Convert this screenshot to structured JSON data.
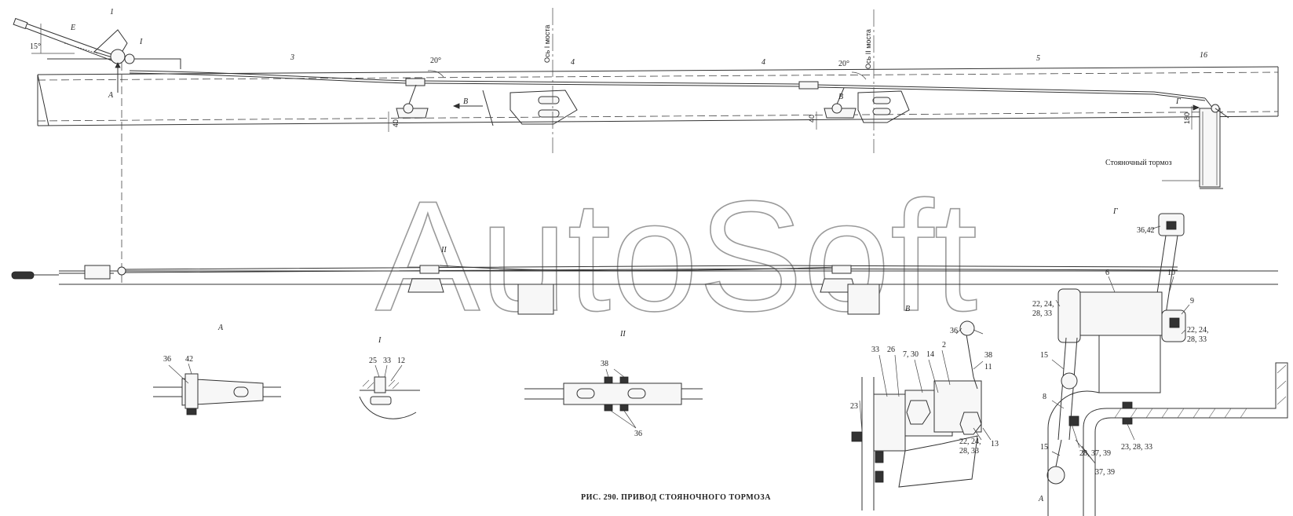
{
  "watermark": "AutoSoft",
  "caption": "РИС. 290. ПРИВОД СТОЯНОЧНОГО ТОРМОЗА",
  "top_view": {
    "angle_15": "15°",
    "label_E": "Е",
    "callout_1": "1",
    "callout_I": "I",
    "callout_3": "3",
    "arrow_A": "А",
    "angle_20_left": "20°",
    "angle_20_right": "20°",
    "axis_1": "Ось I моста",
    "axis_2": "Ось II моста",
    "callout_4a": "4",
    "callout_4b": "4",
    "callout_5": "5",
    "callout_16": "16",
    "arrow_B_left": "В",
    "arrow_B_right": "В",
    "arrow_G": "Г",
    "dim_40a": "40",
    "dim_40b": "40",
    "dim_180": "180",
    "parking_brake": "Стояночный тормоз"
  },
  "plan_view": {
    "callout_II": "II",
    "callout_B": "В"
  },
  "view_A": {
    "title": "А",
    "c36": "36",
    "c42": "42"
  },
  "view_I": {
    "title": "I",
    "c25": "25",
    "c33": "33",
    "c12": "12"
  },
  "view_II": {
    "title": "II",
    "c38": "38",
    "c36": "36"
  },
  "view_B": {
    "c33": "33",
    "c26": "26",
    "c7_30": "7, 30",
    "c14": "14",
    "c2": "2",
    "c36": "36",
    "c38": "38",
    "c11": "11",
    "c23": "23",
    "c22_24_28_33": "22, 24,",
    "c22_24_28_33b": "28, 33",
    "c13": "13"
  },
  "view_G": {
    "title": "Г",
    "c36_42": "36,42",
    "c6": "6",
    "c10": "10",
    "c9": "9",
    "c22_24_left": "22, 24,",
    "c28_33_left": "28, 33",
    "c22_24_right": "22, 24,",
    "c28_33_right": "28, 33",
    "c15a": "15",
    "c8": "8",
    "c15b": "15",
    "c28_37_39": "28, 37, 39",
    "c37_39": "37, 39",
    "c23_28_33": "23, 28, 33",
    "c_A": "А"
  }
}
